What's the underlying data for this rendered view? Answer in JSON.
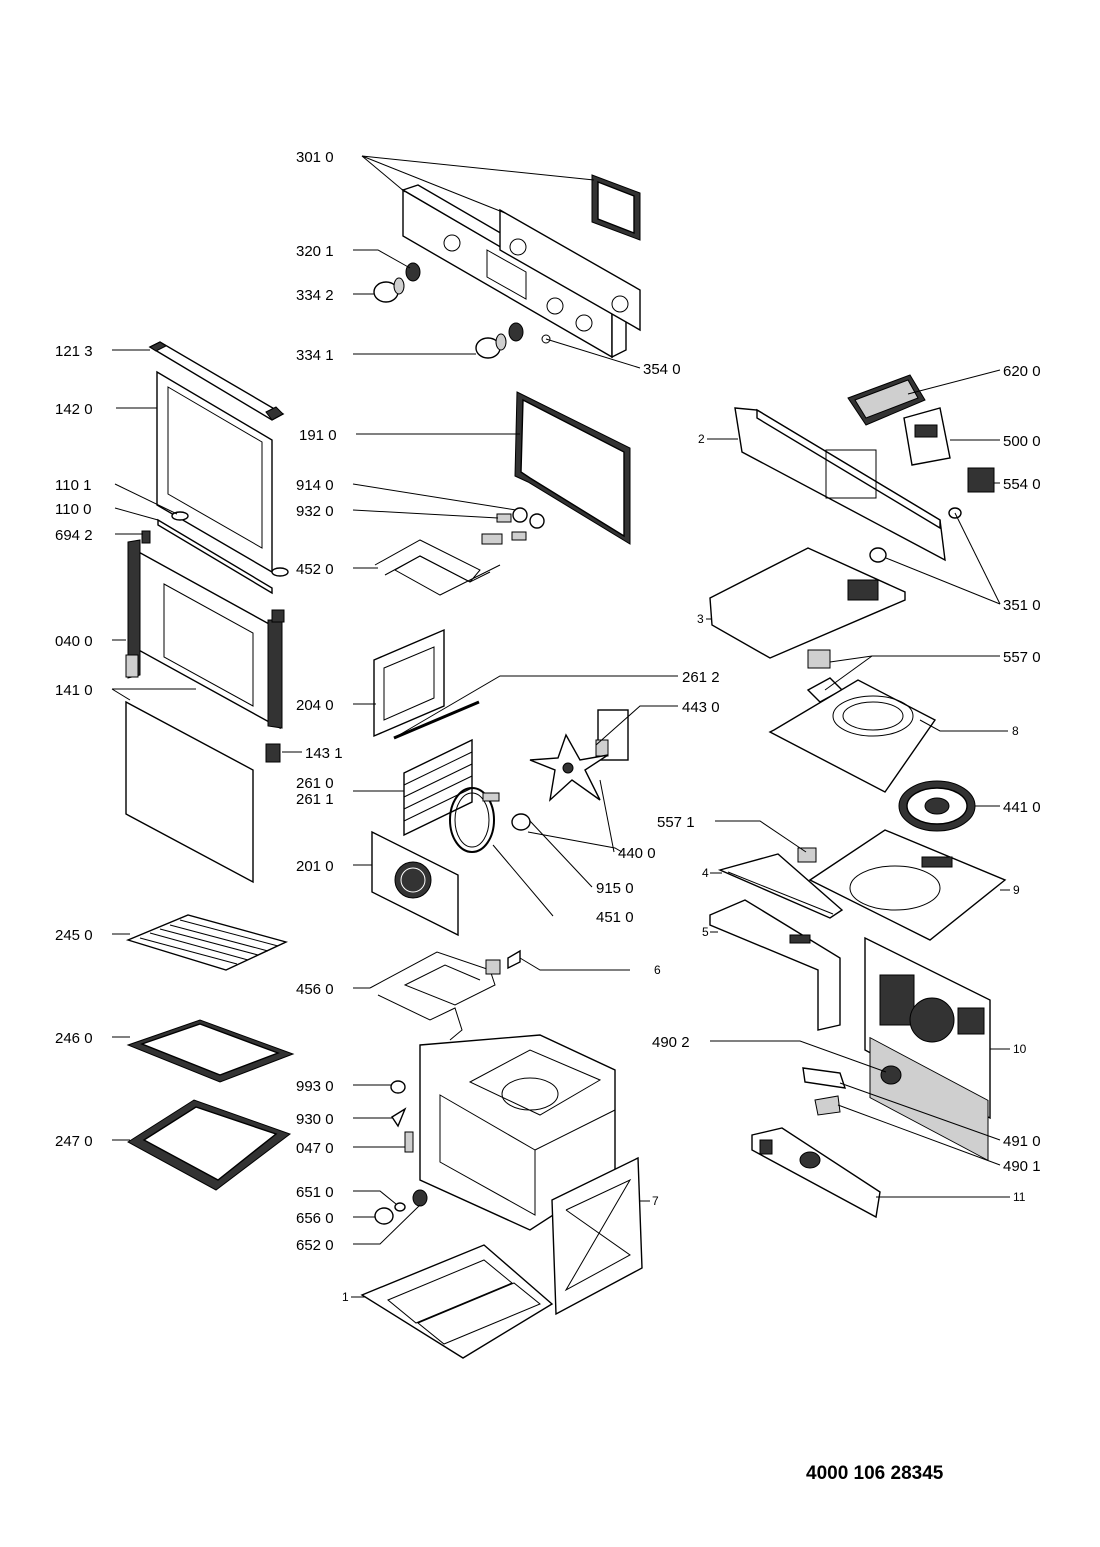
{
  "document_number": "4000 106 28345",
  "parts": {
    "p3010": "301 0",
    "p3201": "320 1",
    "p3342": "334 2",
    "p3341": "334 1",
    "p3540": "354 0",
    "p1213": "121 3",
    "p1420": "142 0",
    "p1910": "191 0",
    "p1101": "110 1",
    "p1100": "110 0",
    "p6942": "694 2",
    "p9140": "914 0",
    "p9320": "932 0",
    "p4520": "452 0",
    "p0400": "040 0",
    "p1410": "141 0",
    "p2040": "204 0",
    "p2612": "261 2",
    "p4430": "443 0",
    "p1431": "143 1",
    "p2610": "261 0",
    "p2611": "261 1",
    "p2010": "201 0",
    "p4400": "440 0",
    "p9150": "915 0",
    "p4510": "451 0",
    "p2450": "245 0",
    "p4560": "456 0",
    "p2460": "246 0",
    "p9930": "993 0",
    "p9300": "930 0",
    "p0470": "047 0",
    "p2470": "247 0",
    "p6510": "651 0",
    "p6560": "656 0",
    "p6520": "652 0",
    "p6200": "620 0",
    "p5000": "500 0",
    "p5540": "554 0",
    "p3510": "351 0",
    "p5570": "557 0",
    "p5571": "557 1",
    "p4410": "441 0",
    "p4902": "490 2",
    "p4910": "491 0",
    "p4901": "490 1",
    "n1": "1",
    "n2": "2",
    "n3": "3",
    "n4": "4",
    "n5": "5",
    "n6": "6",
    "n7": "7",
    "n8": "8",
    "n9": "9",
    "n10": "10",
    "n11": "11"
  }
}
